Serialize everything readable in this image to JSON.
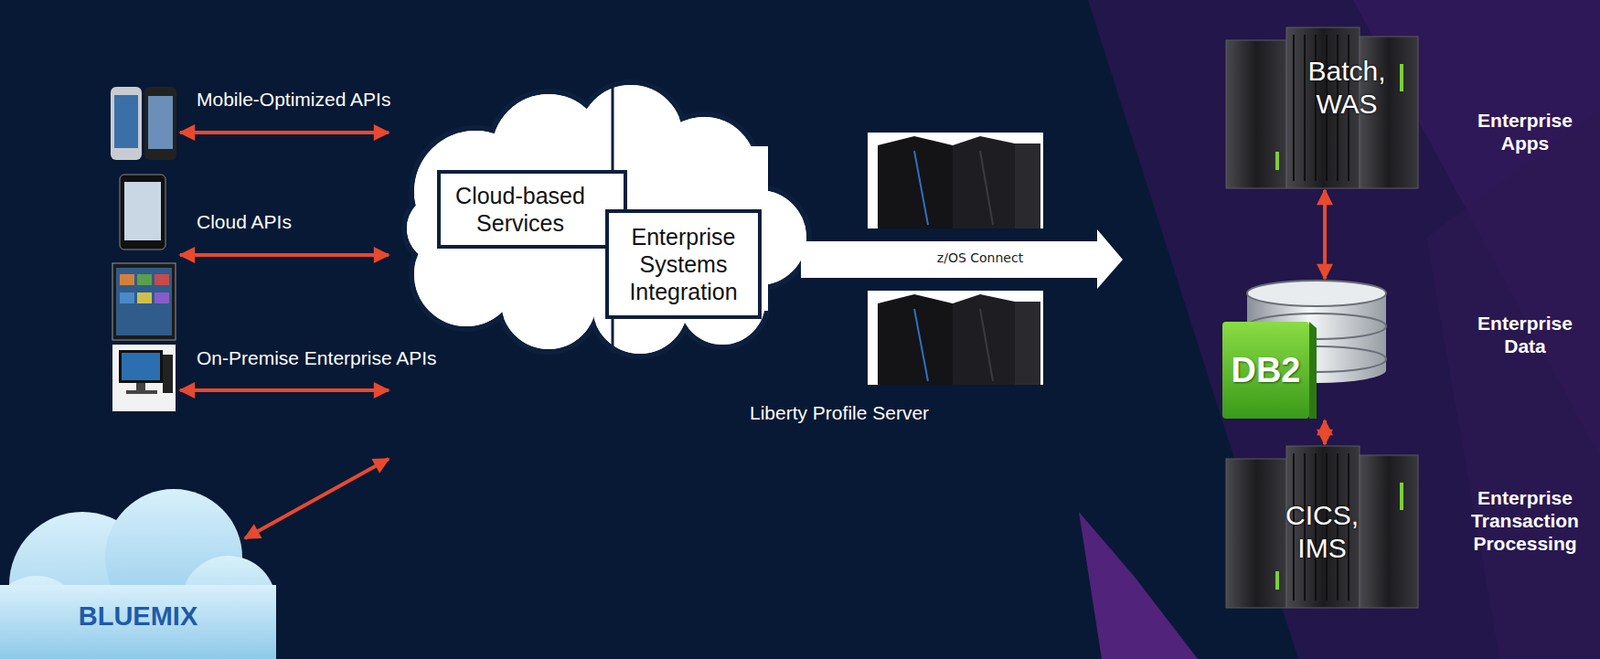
{
  "diagram": {
    "nodes": [
      {
        "text": [
          "Cloud-based Services"
        ]
      },
      {
        "text": [
          "Enterprise Systems Integration"
        ]
      },
      {
        "text": [
          "Liberty Profile Server"
        ]
      },
      {
        "text": [
          "Batch, WAS"
        ]
      },
      {
        "text": [
          "DB2"
        ]
      },
      {
        "text": [
          "CICS, IMS"
        ]
      },
      {
        "text": [
          "BLUEMIX"
        ]
      }
    ],
    "edges": [
      {
        "from": 3,
        "to": 4,
        "arrow": "both"
      },
      {
        "from": 4,
        "to": 5,
        "arrow": "both"
      }
    ],
    "labels": [
      "Mobile-Optimized APIs",
      "Cloud APIs",
      "On-Premise Enterprise APIs",
      "z/OS Connect",
      "Enterprise Apps",
      "Enterprise Data",
      "Enterprise Transaction Processing"
    ]
  }
}
